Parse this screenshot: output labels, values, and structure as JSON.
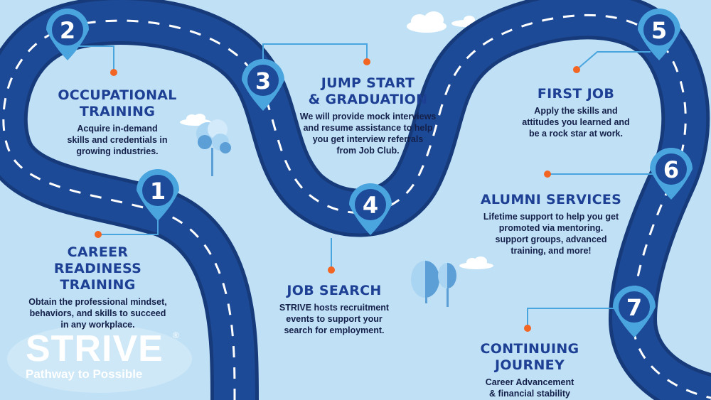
{
  "steps": [
    {
      "number": "1",
      "title": [
        "CAREER",
        "READINESS TRAINING"
      ],
      "desc": [
        "Obtain the professional mindset,",
        "behaviors, and skills to succeed",
        "in any workplace."
      ]
    },
    {
      "number": "2",
      "title": [
        "OCCUPATIONAL",
        "TRAINING"
      ],
      "desc": [
        "Acquire in-demand",
        "skills and credentials in",
        "growing industries."
      ]
    },
    {
      "number": "3",
      "title": [
        "JUMP START",
        "& GRADUATION"
      ],
      "desc": [
        "We will provide mock interviews",
        "and resume assistance to help",
        "you get interview referrals",
        "from Job Club."
      ]
    },
    {
      "number": "4",
      "title": [
        "JOB SEARCH"
      ],
      "desc": [
        "STRIVE hosts recruitment",
        "events to support your",
        "search for employment."
      ]
    },
    {
      "number": "5",
      "title": [
        "FIRST JOB"
      ],
      "desc": [
        "Apply the skills and",
        "attitudes you learned and",
        "be a rock star at work."
      ]
    },
    {
      "number": "6",
      "title": [
        "ALUMNI SERVICES"
      ],
      "desc": [
        "Lifetime support to help you get",
        "promoted via mentoring.",
        "support groups, advanced",
        "training, and more!"
      ]
    },
    {
      "number": "7",
      "title": [
        "CONTINUING JOURNEY"
      ],
      "desc": [
        "Career Advancement",
        "& financial stability"
      ]
    }
  ],
  "brand": {
    "name": "STRIVE",
    "registered": "®",
    "tagline": "Pathway to Possible"
  },
  "colors": {
    "sky": "#bfe0f5",
    "road": "#1d4a96",
    "road_edge": "#163a7a",
    "lane": "#ffffff",
    "pin": "#1d4b9a",
    "pin_ring": "#4aa5de",
    "dot": "#f26522",
    "title": "#1d3f94",
    "text": "#14204a",
    "tree_light": "#a9d4f2",
    "tree_dark": "#5b9fd6"
  }
}
